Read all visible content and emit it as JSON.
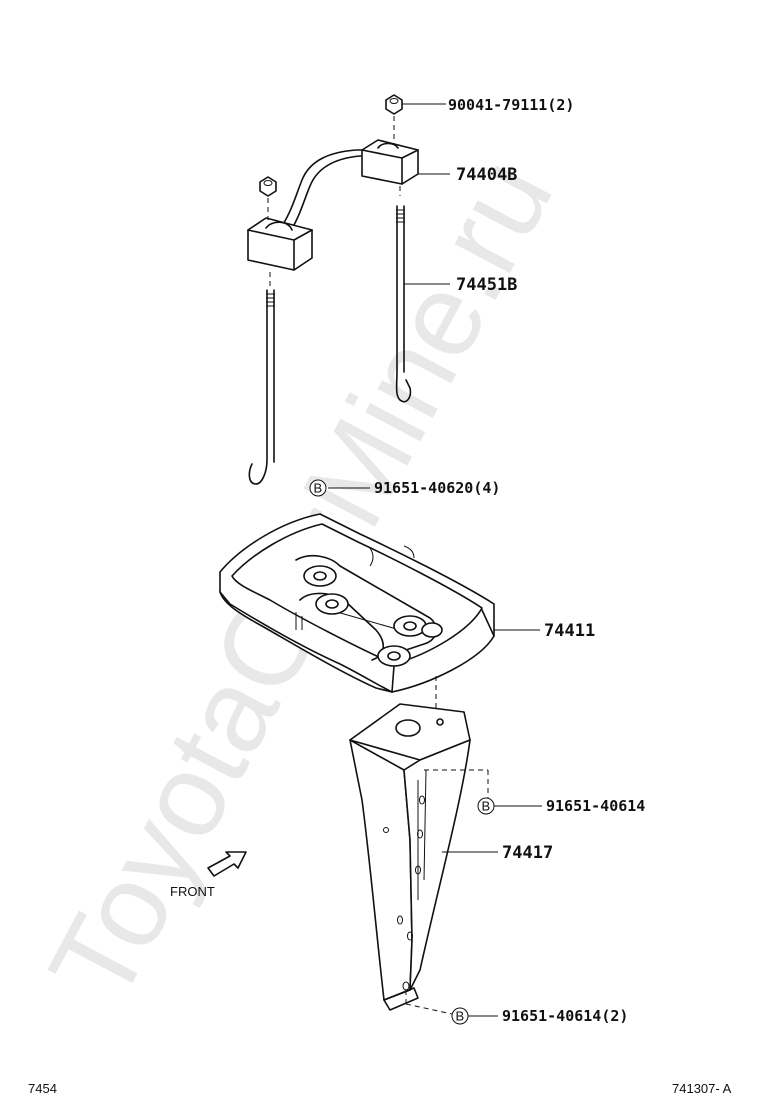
{
  "watermark": "ToyotaCarMine.ru",
  "parts": {
    "nut": "90041-79111(2)",
    "clamp": "74404B",
    "rod": "74451B",
    "bolt_tray": "91651-40620(4)",
    "tray": "74411",
    "bolt_bracket": "91651-40614",
    "bracket": "74417",
    "bolt_bracket_lower": "91651-40614(2)"
  },
  "bolt_symbol": "B",
  "front_label": "FRONT",
  "footer": {
    "left": "7454",
    "right": "741307- A"
  }
}
